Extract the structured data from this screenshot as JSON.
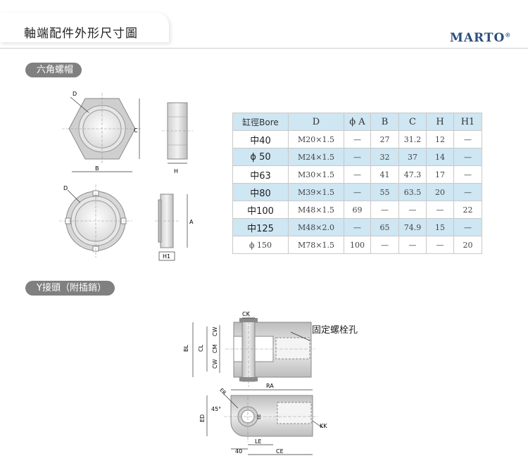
{
  "header": {
    "title": "軸端配件外形尺寸圖",
    "brand": "MARTO",
    "brand_mark": "®"
  },
  "sections": [
    {
      "label": "六角螺帽"
    },
    {
      "label": "Y接頭（附插銷）"
    }
  ],
  "nut_labels": {
    "d": "D",
    "c": "C",
    "b": "B",
    "h": "H",
    "d2": "D",
    "a": "A",
    "h1": "H1"
  },
  "table": {
    "headers": [
      "缸徑Bore",
      "D",
      "ϕ A",
      "B",
      "C",
      "H",
      "H1"
    ],
    "rows": [
      [
        "中40",
        "M20×1.5",
        "—",
        "27",
        "31.2",
        "12",
        "—"
      ],
      [
        "ϕ 50",
        "M24×1.5",
        "—",
        "32",
        "37",
        "14",
        "—"
      ],
      [
        "中63",
        "M30×1.5",
        "—",
        "41",
        "47.3",
        "17",
        "—"
      ],
      [
        "中80",
        "M39×1.5",
        "—",
        "55",
        "63.5",
        "20",
        "—"
      ],
      [
        "中100",
        "M48×1.5",
        "69",
        "—",
        "—",
        "—",
        "22"
      ],
      [
        "中125",
        "M48×2.0",
        "—",
        "65",
        "74.9",
        "15",
        "—"
      ],
      [
        "ϕ 150",
        "M78×1.5",
        "100",
        "—",
        "—",
        "—",
        "20"
      ]
    ]
  },
  "yjoint": {
    "fix_label": "固定螺栓孔",
    "dims": {
      "ck": "CK",
      "bl": "BL",
      "cl": "CL",
      "cw": "CW",
      "cm": "CM",
      "cw2": "CW",
      "ra": "RA",
      "er": "ER",
      "angle": "45°",
      "ed": "ED",
      "ee": "EE",
      "kk": "KK",
      "d40": "40",
      "le": "LE",
      "ce": "CE"
    }
  }
}
